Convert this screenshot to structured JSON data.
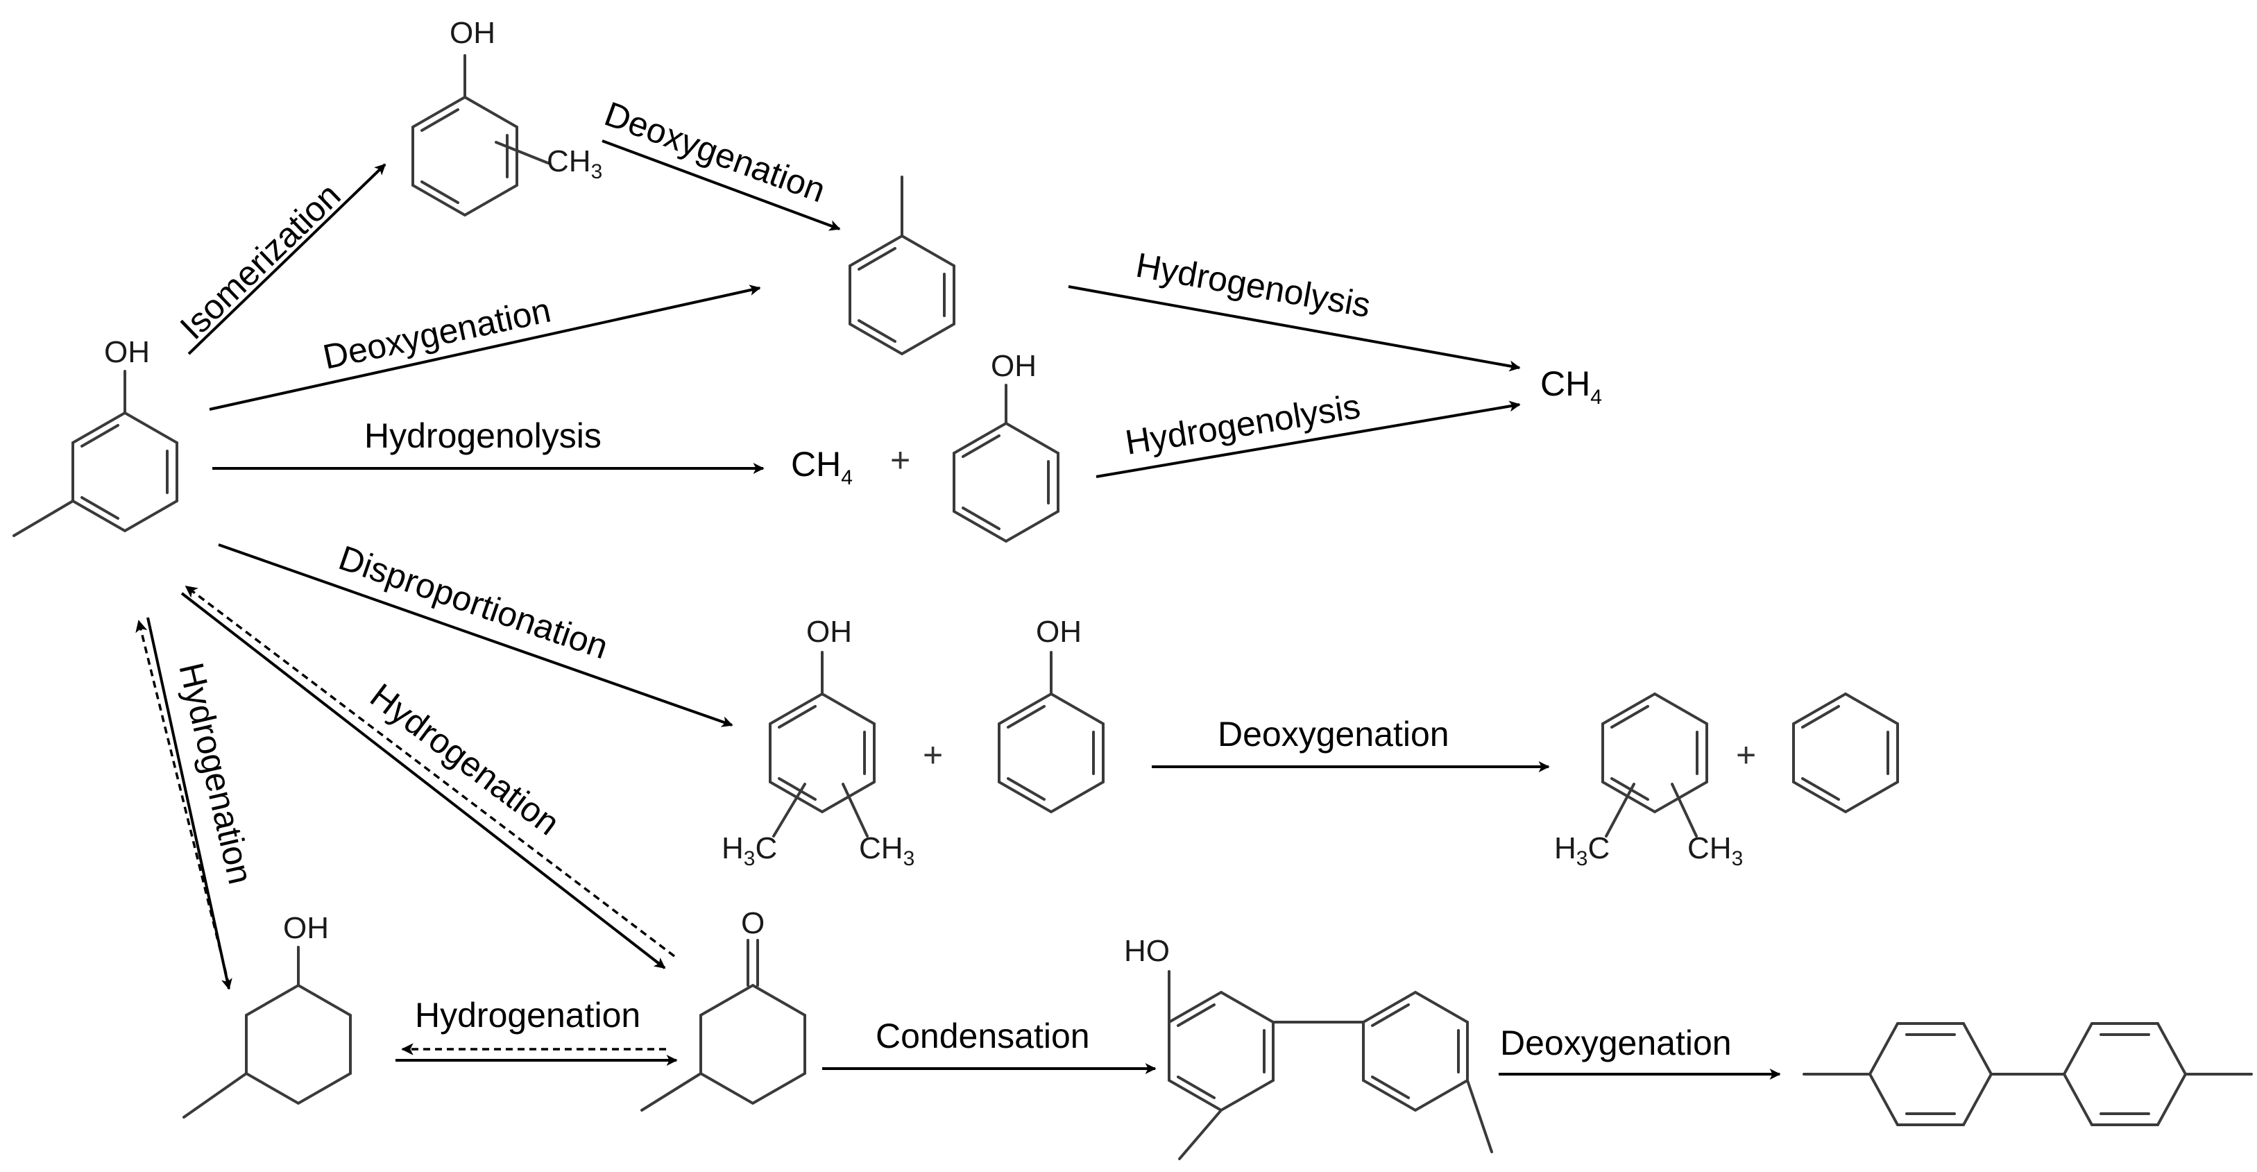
{
  "colors": {
    "ink": "#000000",
    "bond": "#3a3a3a"
  },
  "reactions": {
    "isomerization": "Isomerization",
    "deoxygenation_top": "Deoxygenation",
    "deoxygenation_direct": "Deoxygenation",
    "hydrogenolysis_direct": "Hydrogenolysis",
    "hydrogenolysis_toluene": "Hydrogenolysis",
    "hydrogenolysis_phenol": "Hydrogenolysis",
    "disproportionation": "Disproportionation",
    "deoxygenation_xylenol": "Deoxygenation",
    "hydrogenation_vertical": "Hydrogenation",
    "hydrogenation_diagonal": "Hydrogenation",
    "hydrogenation_bottom": "Hydrogenation",
    "condensation": "Condensation",
    "deoxygenation_biphenyl": "Deoxygenation"
  },
  "atoms": {
    "oh": "OH",
    "ho": "HO",
    "o": "O",
    "c": "C",
    "h": "H",
    "ch": "CH",
    "sub3": "3",
    "sub4": "4",
    "plus": "+"
  }
}
